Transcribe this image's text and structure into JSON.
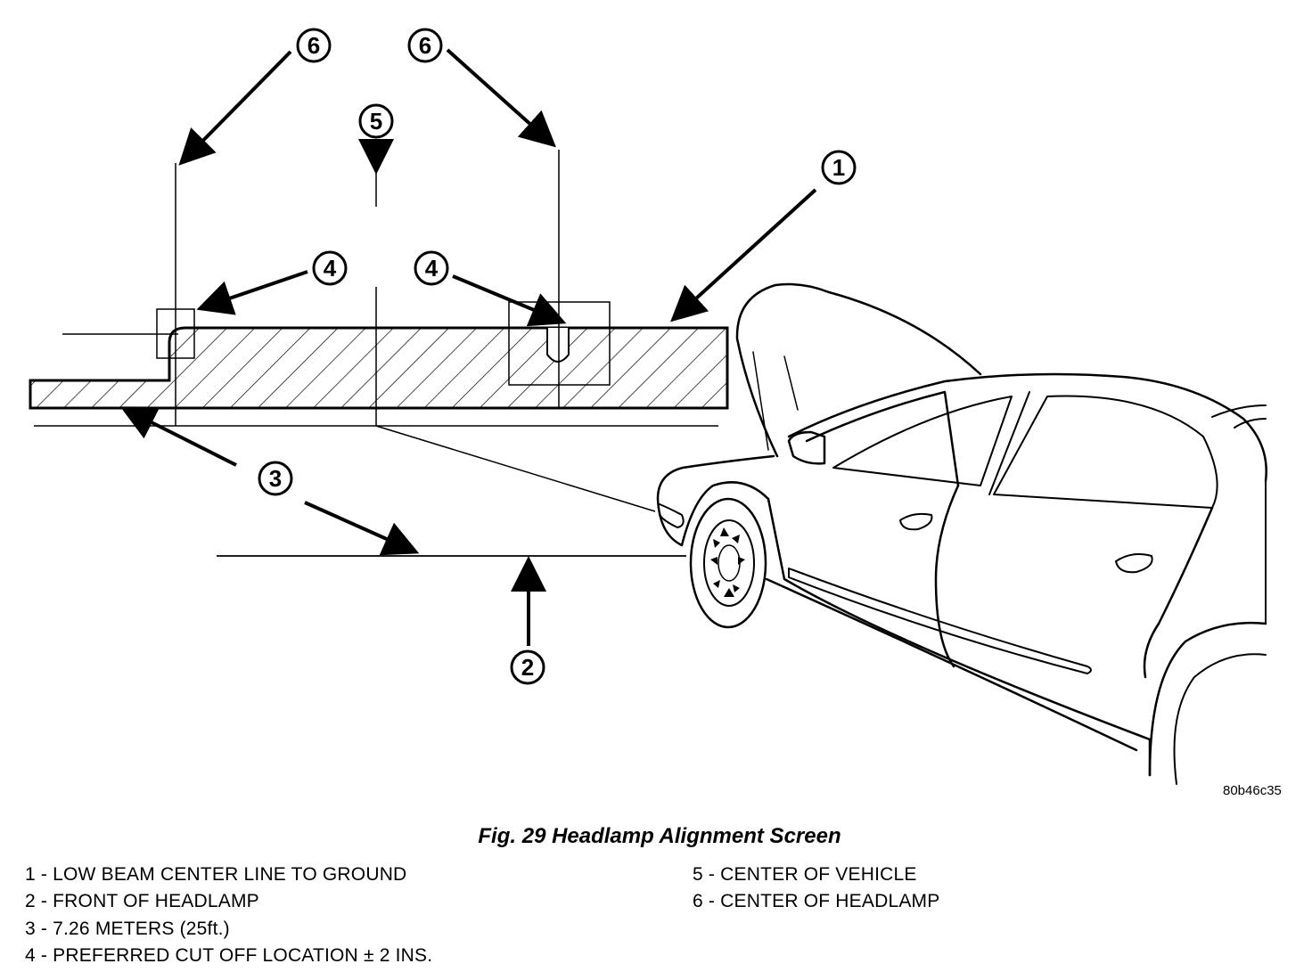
{
  "callouts": {
    "c1": "1",
    "c2": "2",
    "c3": "3",
    "c4a": "4",
    "c4b": "4",
    "c5": "5",
    "c6a": "6",
    "c6b": "6"
  },
  "reference_code": "80b46c35",
  "caption": "Fig. 29 Headlamp Alignment Screen",
  "legend": [
    "1 - LOW BEAM CENTER LINE TO GROUND",
    "2 - FRONT OF HEADLAMP",
    "3 - 7.26 METERS (25ft.)",
    "4 - PREFERRED CUT OFF LOCATION ± 2 INS.",
    "5 - CENTER OF VEHICLE",
    "6 - CENTER OF HEADLAMP"
  ]
}
